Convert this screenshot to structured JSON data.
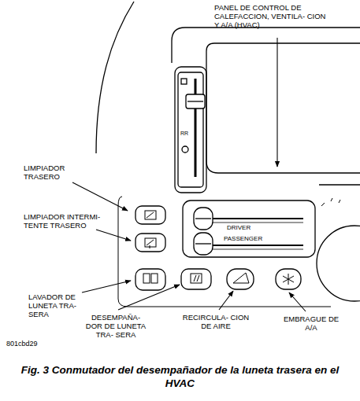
{
  "diagram": {
    "caption": "Fig. 3 Conmutador del desempañador de la luneta trasera en el HVAC",
    "labels": [
      "PANEL DE CONTROL DE CALEFACCION, VENTILA- CION Y A/A (HVAC)",
      "LIMPIADOR TRASERO",
      "LIMPIADOR INTERMI- TENTE TRASERO",
      "LAVADOR DE LUNETA TRA- SERA",
      "DESEMPAÑA- DOR DE LUNETA TRA- SERA",
      "RECIRCULA- CION DE AIRE",
      "EMBRAGUE DE A/A",
      "801cbd29",
      "RR",
      "DRIVER",
      "PASSENGER"
    ]
  }
}
